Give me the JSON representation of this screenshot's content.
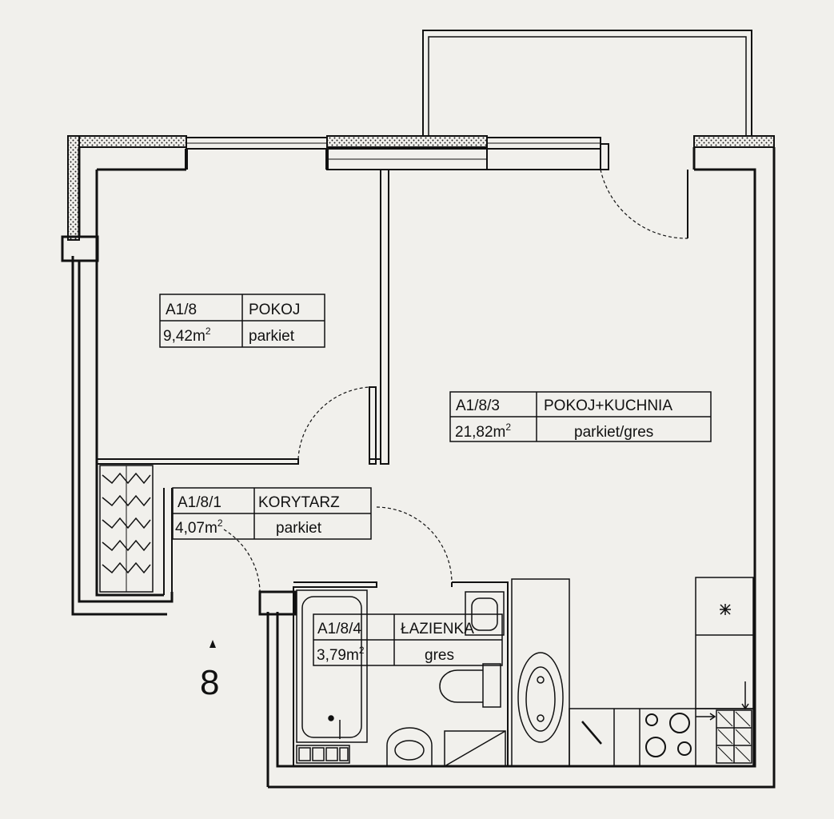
{
  "rooms": [
    {
      "code": "A1/8",
      "name": "POKOJ",
      "area": "9,42m",
      "floor": "parkiet"
    },
    {
      "code": "A1/8/3",
      "name": "POKOJ+KUCHNIA",
      "area": "21,82m",
      "floor": "parkiet/gres"
    },
    {
      "code": "A1/8/1",
      "name": "KORYTARZ",
      "area": "4,07m",
      "floor": "parkiet"
    },
    {
      "code": "A1/8/4",
      "name": "ŁAZIENKA",
      "area": "3,79m",
      "floor": "gres"
    }
  ],
  "area_exponent": "2",
  "unit_number": "8",
  "colors": {
    "wall": "#111111",
    "paper": "#f1f0ec"
  }
}
